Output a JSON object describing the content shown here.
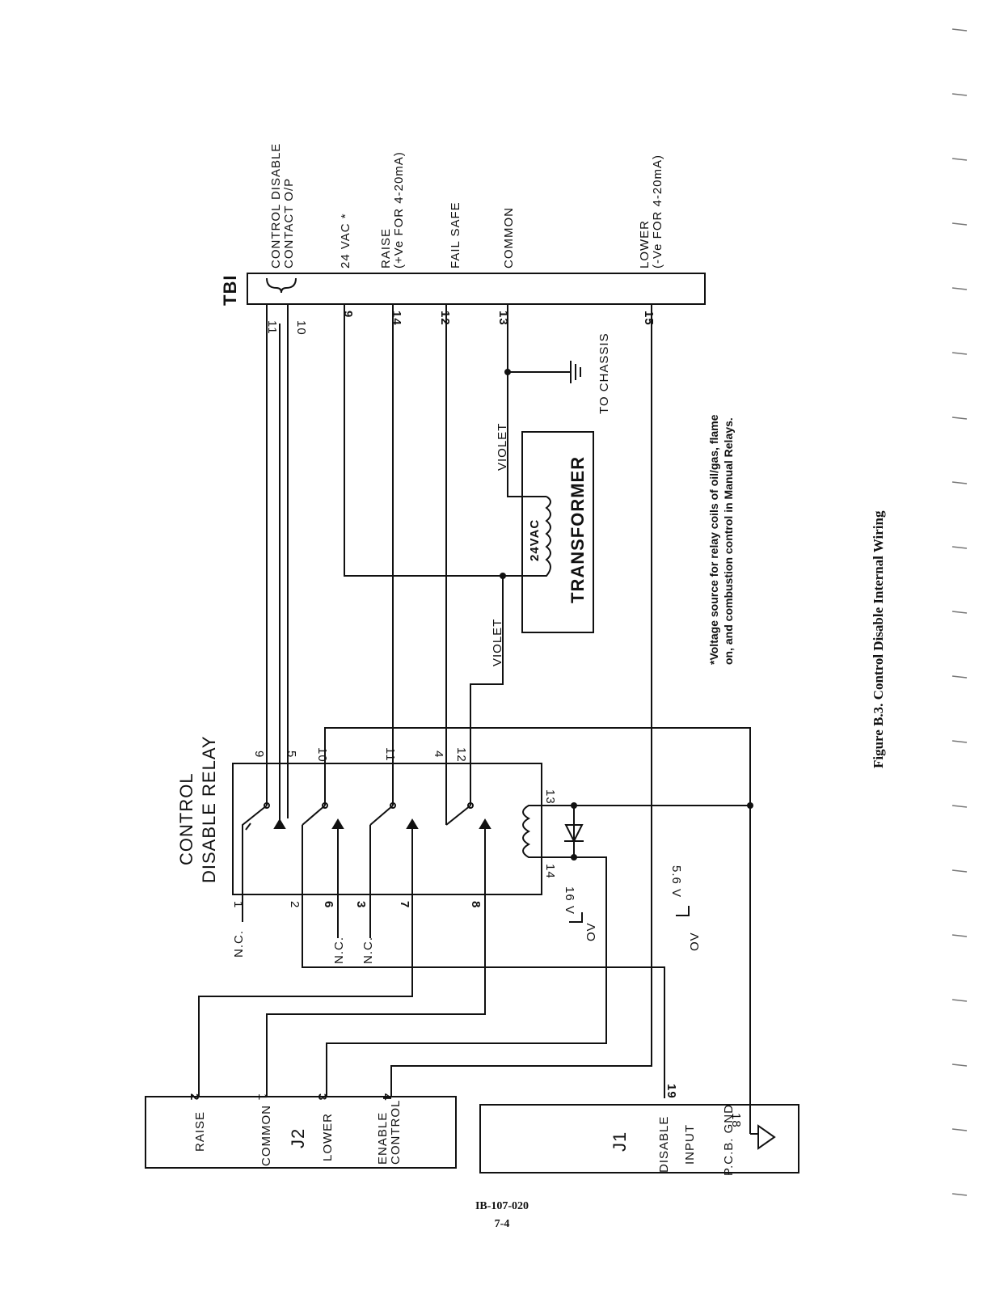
{
  "tb1": {
    "title": "TBI",
    "terminals": [
      {
        "num": "11",
        "label": [
          "CONTROL DISABLE",
          "CONTACT O/P"
        ]
      },
      {
        "num": "10",
        "label": [
          ""
        ]
      },
      {
        "num": "9",
        "label": [
          "24 VAC *"
        ]
      },
      {
        "num": "14",
        "label": [
          "RAISE",
          "(+Ve FOR 4-20mA)"
        ]
      },
      {
        "num": "12",
        "label": [
          "FAIL SAFE"
        ]
      },
      {
        "num": "13",
        "label": [
          "COMMON"
        ]
      },
      {
        "num": "15",
        "label": [
          "LOWER",
          "(-Ve FOR 4-20mA)"
        ]
      }
    ]
  },
  "relay": {
    "title": [
      "CONTROL",
      "DISABLE RELAY"
    ],
    "top_pins": [
      "9",
      "5",
      "10",
      "11",
      "4",
      "12"
    ],
    "bottom_pins": [
      "1",
      "2",
      "6",
      "3",
      "7",
      "8"
    ],
    "coil_pins": [
      "13",
      "14"
    ],
    "nc_labels": [
      "N.C.",
      "N.C.",
      "N.C."
    ]
  },
  "transformer": {
    "label": "TRANSFORMER",
    "voltage": "24VAC"
  },
  "wires": {
    "violet_1": "VIOLET",
    "violet_2": "VIOLET"
  },
  "chassis": "TO CHASSIS",
  "supply": {
    "v16": "16 V",
    "v56": "5.6 V",
    "ov1": "OV",
    "ov2": "OV"
  },
  "j2": {
    "title": "J2",
    "pins": [
      {
        "num": "2",
        "label": [
          "RAISE"
        ]
      },
      {
        "num": "1",
        "label": [
          "COMMON"
        ]
      },
      {
        "num": "3",
        "label": [
          "LOWER"
        ]
      },
      {
        "num": "4",
        "label": [
          "ENABLE",
          "CONTROL"
        ]
      }
    ]
  },
  "j1": {
    "title": "J1",
    "pins": [
      {
        "num": "19",
        "label": [
          "DISABLE",
          "INPUT"
        ]
      },
      {
        "num": "18",
        "label": [
          "P.C.B. GND"
        ]
      }
    ]
  },
  "note": [
    "*Voltage source for relay coils of oil/gas, flame",
    "on, and combustion control in Manual Relays."
  ],
  "caption": "Figure B.3.  Control Disable Internal Wiring",
  "footer": {
    "doc": "IB-107-020",
    "page": "7-4"
  }
}
